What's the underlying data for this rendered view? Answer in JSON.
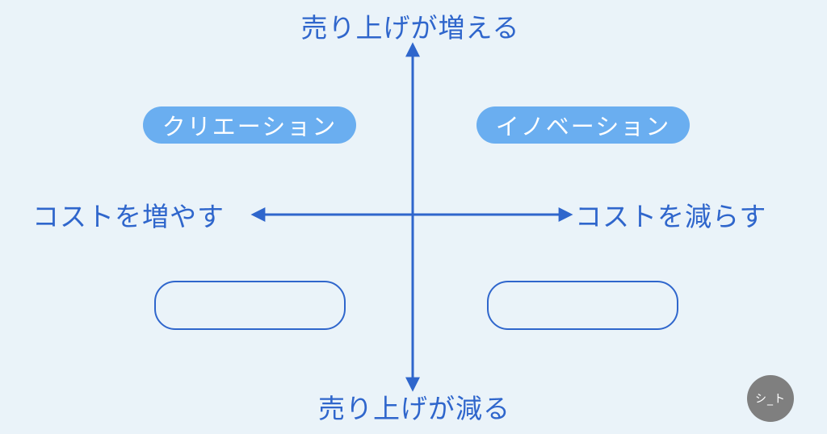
{
  "axes": {
    "top_label": "売り上げが増える",
    "bottom_label": "売り上げが減る",
    "left_label": "コストを増やす",
    "right_label": "コストを減らす"
  },
  "quadrants": {
    "upper_left": "クリエーション",
    "upper_right": "イノベーション",
    "lower_left": "",
    "lower_right": ""
  },
  "watermark": "シ_ト",
  "colors": {
    "background": "#eaf3f9",
    "axis": "#2f66cc",
    "pill_fill": "#6aaef0",
    "watermark": "#7f7f7f"
  }
}
